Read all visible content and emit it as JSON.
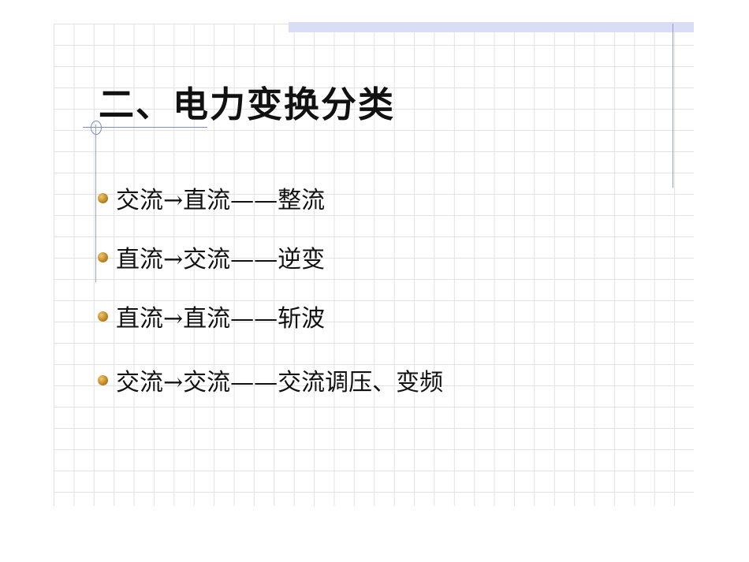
{
  "title": "二、电力变换分类",
  "items": [
    {
      "label": "交流→直流——整流"
    },
    {
      "label": "直流→交流——逆变"
    },
    {
      "label": "直流→直流——斩波"
    },
    {
      "label": "交流→交流——交流调压、变频"
    }
  ]
}
